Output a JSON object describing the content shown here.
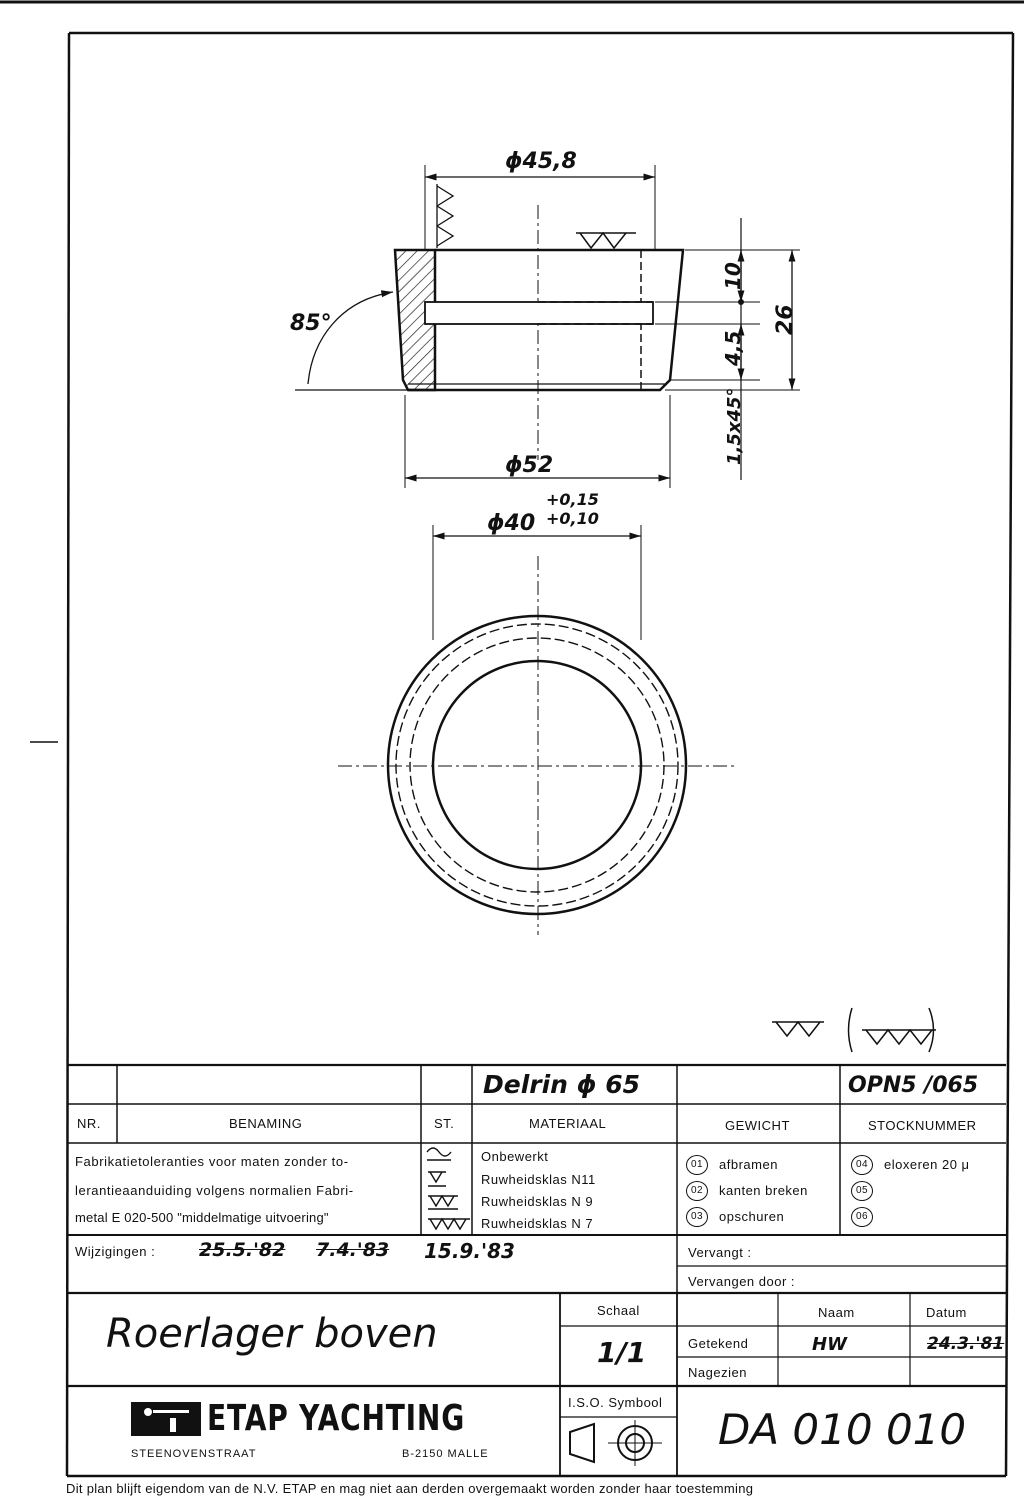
{
  "drawing": {
    "dim_top_diameter": "ϕ45,8",
    "dim_angle": "85°",
    "dim_height_10": "10",
    "dim_height_45": "4,5",
    "dim_height_26": "26",
    "dim_chamfer": "1,5x45°",
    "dim_base_diameter": "ϕ52",
    "dim_bore_diameter": "ϕ40",
    "dim_bore_tol_upper": "+0,15",
    "dim_bore_tol_lower": "+0,10"
  },
  "title_block": {
    "material_value": "Delrin ϕ 65",
    "stock_value": "OPN5  /065",
    "col_nr": "NR.",
    "col_benaming": "BENAMING",
    "col_st": "ST.",
    "col_materiaal": "MATERIAAL",
    "col_gewicht": "GEWICHT",
    "col_stocknummer": "STOCKNUMMER",
    "tolerance_note_1": "Fabrikatietoleranties voor maten zonder to-",
    "tolerance_note_2": "lerantieaanduiding volgens normalien Fabri-",
    "tolerance_note_3": "metal  E 020-500  \"middelmatige  uitvoering\"",
    "roughness": [
      "Onbewerkt",
      "Ruwheidsklas N11",
      "Ruwheidsklas N 9",
      "Ruwheidsklas N 7"
    ],
    "finish_codes": [
      {
        "code": "01",
        "label": "afbramen"
      },
      {
        "code": "02",
        "label": "kanten breken"
      },
      {
        "code": "03",
        "label": "opschuren"
      },
      {
        "code": "04",
        "label": "eloxeren 20 μ"
      },
      {
        "code": "05",
        "label": ""
      },
      {
        "code": "06",
        "label": ""
      }
    ],
    "wijzigingen_label": "Wijzigingen :",
    "wijzigingen_struck": [
      "25.5.'82",
      "7.4.'83"
    ],
    "wijzigingen_current": "15.9.'83",
    "vervangt_label": "Vervangt :",
    "vervangen_door_label": "Vervangen door :",
    "part_name": "Roerlager boven",
    "schaal_label": "Schaal",
    "schaal_value": "1/1",
    "naam_label": "Naam",
    "datum_label": "Datum",
    "getekend_label": "Getekend",
    "getekend_naam": "HW",
    "getekend_datum": "24.3.'81",
    "nagezien_label": "Nagezien",
    "iso_symbool_label": "I.S.O. Symbool",
    "company_name": "ETAP YACHTING",
    "company_street": "STEENOVENSTRAAT",
    "company_city": "B-2150  MALLE",
    "drawing_number": "DA 010 010",
    "footer_note": "Dit plan blijft eigendom van de N.V. ETAP en mag niet aan derden overgemaakt worden zonder haar toestemming"
  }
}
